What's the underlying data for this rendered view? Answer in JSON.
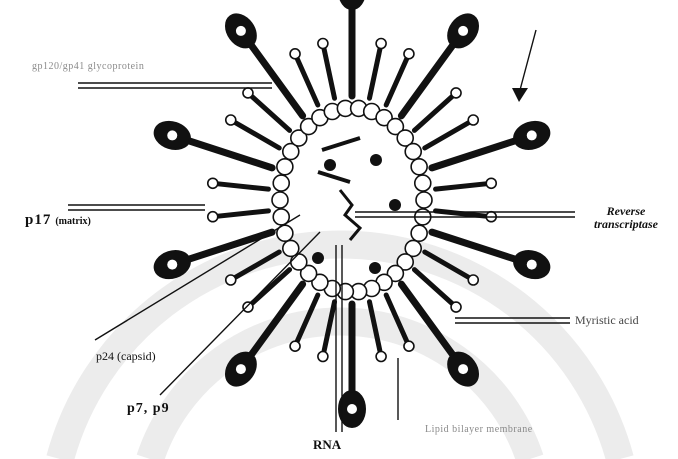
{
  "labels": {
    "glycoprotein": "gp120/gp41 glycoprotein",
    "p17_main": "p17",
    "p17_sub": "(matrix)",
    "p24": "p24 (capsid)",
    "p7p9": "p7, p9",
    "rna": "RNA",
    "reverse_transcriptase": "Reverse transcriptase",
    "myristic_acid": "Myristic acid",
    "lipid_bilayer": "Lipid bilayer membrane"
  },
  "colors": {
    "ink": "#111111",
    "faint": "#8a8a8a",
    "watermark": "#ececec"
  },
  "icons": {
    "virion": "hiv-virion-illustration",
    "watermark": "university-seal-watermark"
  }
}
